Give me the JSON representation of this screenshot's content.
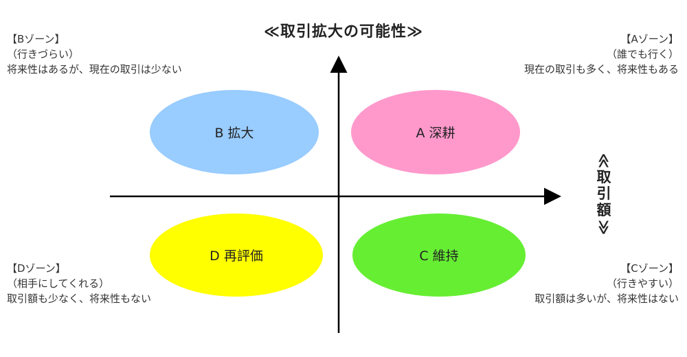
{
  "titles": {
    "vertical_axis": "≪取引拡大の可能性≫",
    "horizontal_axis": [
      "≪",
      "取",
      "引",
      "額",
      "≫"
    ]
  },
  "zones": {
    "b": {
      "header": "【Bゾーン】",
      "sub": "（行きづらい）",
      "desc": "将来性はあるが、現在の取引は少ない"
    },
    "a": {
      "header": "【Aゾーン】",
      "sub": "（誰でも行く）",
      "desc": "現在の取引も多く、将来性もある"
    },
    "d": {
      "header": "【Dゾーン】",
      "sub": "（相手にしてくれる）",
      "desc": "取引額も少なく、将来性もない"
    },
    "c": {
      "header": "【Cゾーン】",
      "sub": "（行きやすい）",
      "desc": "取引額は多いが、将来性はない"
    }
  },
  "quadrants": {
    "b": {
      "label": "B 拡大",
      "color": "#99ccff"
    },
    "a": {
      "label": "A 深耕",
      "color": "#ff99cc"
    },
    "d": {
      "label": "D 再評価",
      "color": "#ffff00"
    },
    "c": {
      "label": "C 維持",
      "color": "#66ee33"
    }
  }
}
